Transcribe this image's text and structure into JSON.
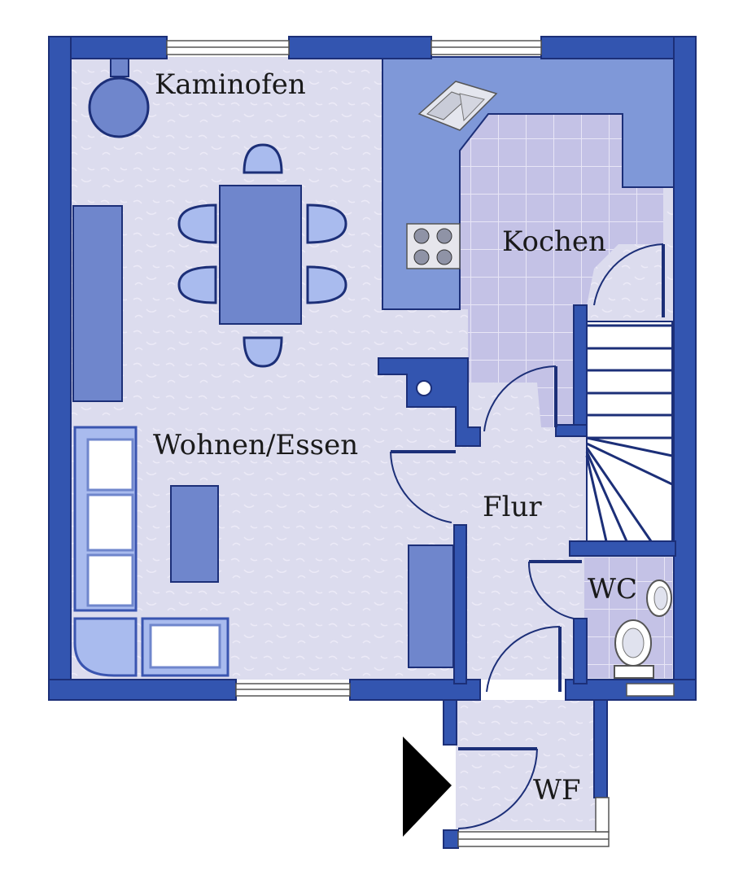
{
  "rooms": {
    "kaminofen": "Kaminofen",
    "kochen": "Kochen",
    "wohnen_essen": "Wohnen/Essen",
    "flur": "Flur",
    "wc": "WC",
    "wf": "WF"
  },
  "colors": {
    "wall": "#3355b0",
    "wall_stroke": "#1c2f78",
    "floor": "#dcdcee",
    "tile_floor": "#c4c2e6",
    "counter": "#7f98d8",
    "furniture": "#6f86cc",
    "furniture_light": "#a9bbee",
    "window": "#ffffff",
    "entrance_arrow": "#000000"
  },
  "icons": [
    "fireplace-icon",
    "sink-icon",
    "stove-icon",
    "toilet-icon",
    "washbasin-icon",
    "entrance-arrow-icon",
    "chimney-icon"
  ]
}
